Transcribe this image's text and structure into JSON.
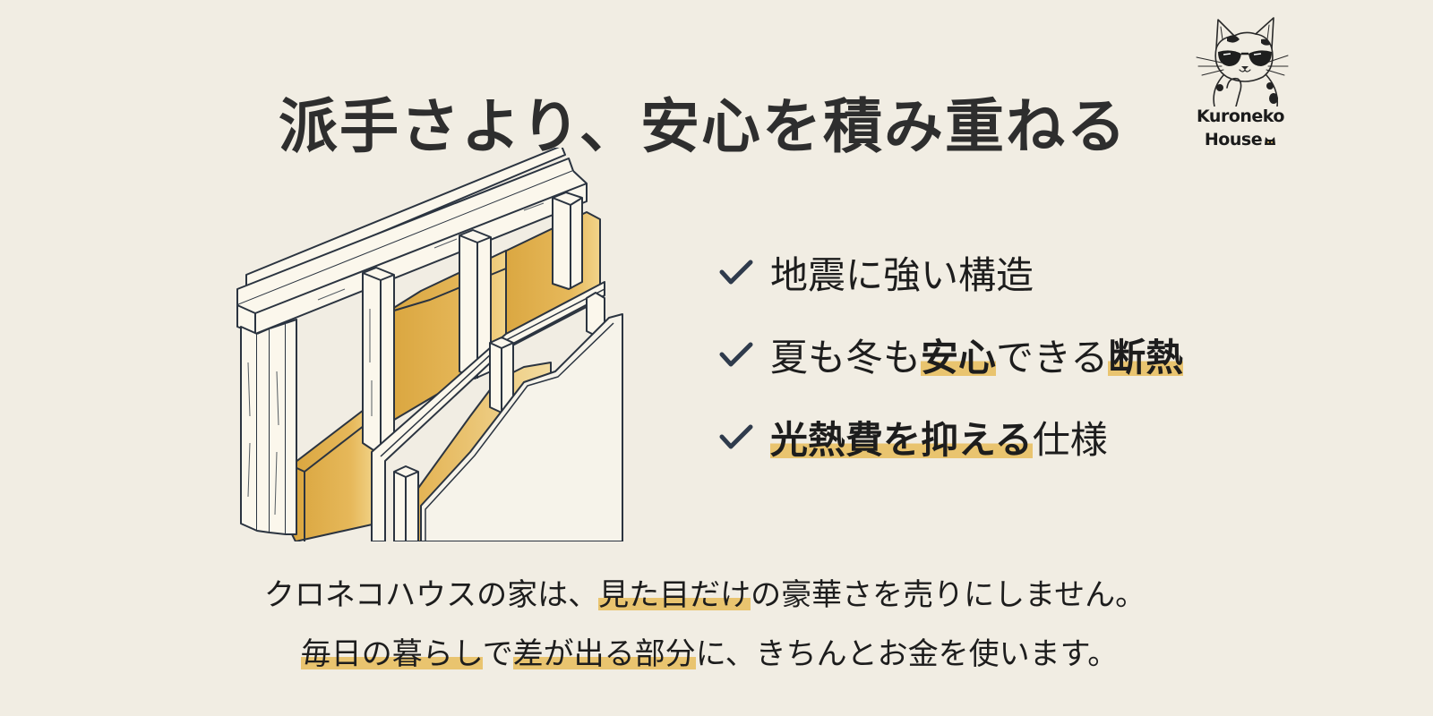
{
  "title": "派手さより、安心を積み重ねる",
  "logo": {
    "line1": "Kuroneko",
    "line2": "House",
    "icon": "cat-with-sunglasses-icon"
  },
  "illustration": {
    "icon": "wall-insulation-cross-section-icon",
    "colors": {
      "insulation": "#E2AE45",
      "frame": "#FBF7EC",
      "line": "#2B3440",
      "drywall": "#F6F3EA"
    }
  },
  "checklist": [
    {
      "icon": "checkmark-icon",
      "segments": [
        {
          "text": "地震に強い構造",
          "highlight": false
        }
      ]
    },
    {
      "icon": "checkmark-icon",
      "segments": [
        {
          "text": "夏も冬も",
          "highlight": false
        },
        {
          "text": "安心",
          "highlight": true
        },
        {
          "text": "できる",
          "highlight": false
        },
        {
          "text": "断熱",
          "highlight": true
        }
      ]
    },
    {
      "icon": "checkmark-icon",
      "segments": [
        {
          "text": "光熱費を抑える",
          "highlight": true
        },
        {
          "text": "仕様",
          "highlight": false
        }
      ]
    }
  ],
  "body": {
    "line1": [
      {
        "text": "クロネコハウスの家は、",
        "highlight": false
      },
      {
        "text": "見た目だけ",
        "highlight": true
      },
      {
        "text": "の豪華さを売りにしません。",
        "highlight": false
      }
    ],
    "line2": [
      {
        "text": "毎日の暮らし",
        "highlight": true
      },
      {
        "text": "で",
        "highlight": false
      },
      {
        "text": "差が出る部分",
        "highlight": true
      },
      {
        "text": "に、きちんとお金を使います。",
        "highlight": false
      }
    ]
  },
  "colors": {
    "background": "#F1EDE3",
    "text": "#1D1D1D",
    "title": "#2E2E2E",
    "highlight": "#E9C46F",
    "check": "#2F3B4C"
  }
}
